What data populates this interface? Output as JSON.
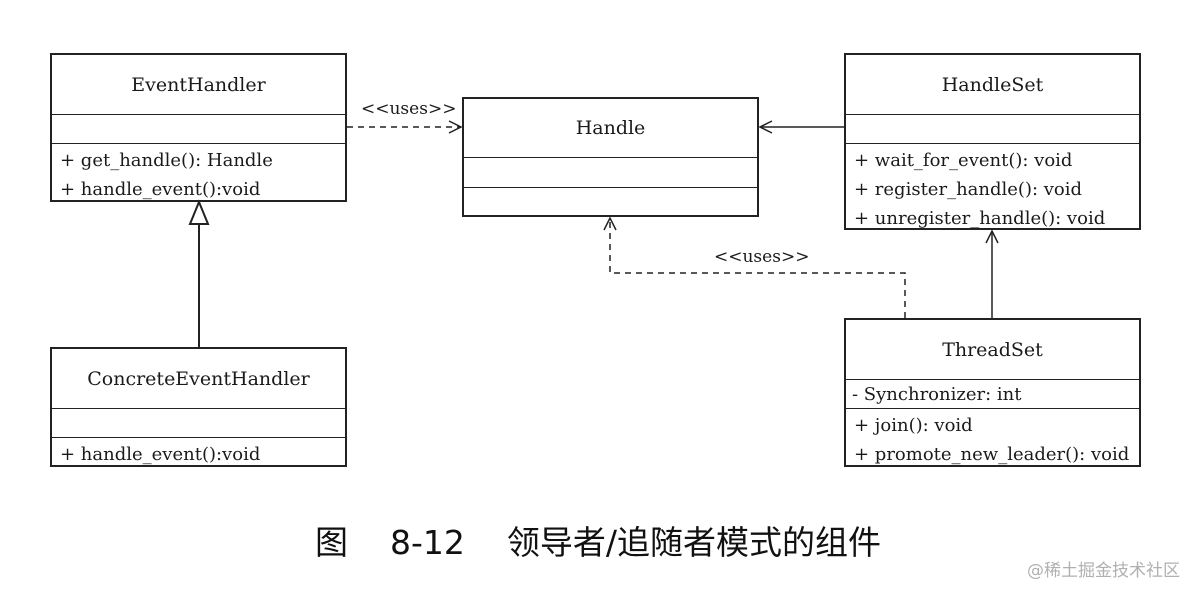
{
  "classes": {
    "event_handler": {
      "name": "EventHandler",
      "operations": [
        "+ get_handle(): Handle",
        "+ handle_event():void"
      ]
    },
    "concrete_event_handler": {
      "name": "ConcreteEventHandler",
      "operations": [
        "+ handle_event():void"
      ]
    },
    "handle": {
      "name": "Handle"
    },
    "handle_set": {
      "name": "HandleSet",
      "operations": [
        "+ wait_for_event(): void",
        "+ register_handle(): void",
        "+ unregister_handle(): void"
      ]
    },
    "thread_set": {
      "name": "ThreadSet",
      "attributes": [
        "- Synchronizer: int"
      ],
      "operations": [
        "+ join(): void",
        "+ promote_new_leader(): void"
      ]
    }
  },
  "relations": {
    "uses_top": "<<uses>>",
    "uses_bottom": "<<uses>>"
  },
  "caption": {
    "figure": "图",
    "number": "8-12",
    "title": "领导者/追随者模式的组件"
  },
  "watermark": "@稀土掘金技术社区"
}
